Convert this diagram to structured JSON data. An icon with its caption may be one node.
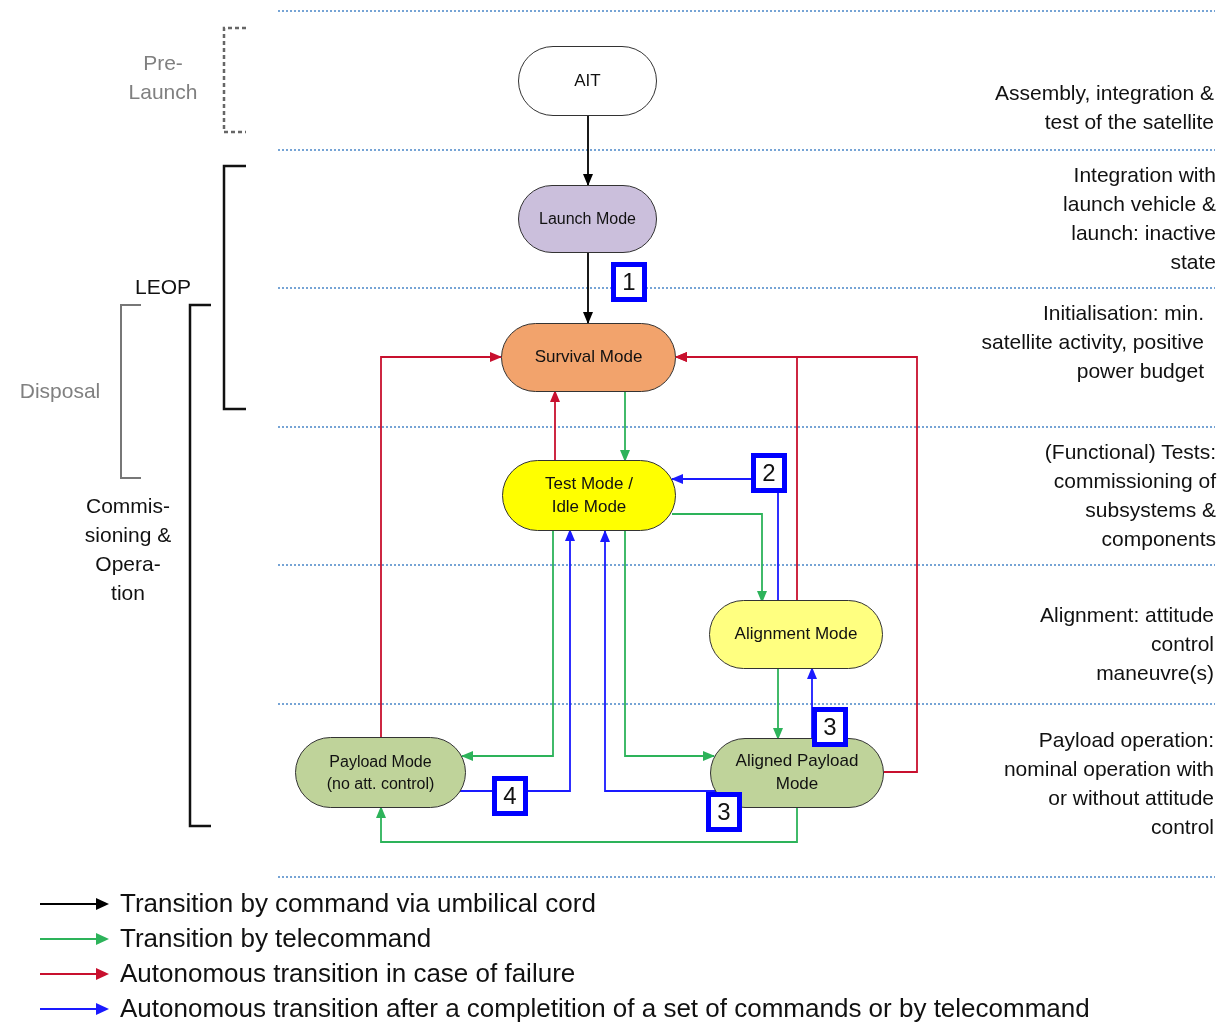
{
  "diagram": {
    "nodes": [
      {
        "text": [
          "AIT"
        ]
      },
      {
        "text": [
          "Launch Mode"
        ]
      },
      {
        "text": [
          "Survival Mode"
        ]
      },
      {
        "text": [
          "Test Mode / Idle Mode"
        ]
      },
      {
        "text": [
          "Alignment Mode"
        ]
      },
      {
        "text": [
          "Payload Mode (no att. control)"
        ]
      },
      {
        "text": [
          "Aligned Payload Mode"
        ]
      }
    ],
    "edges": [
      {
        "from": 0,
        "to": 1,
        "arrow": "to",
        "color": "#000000"
      },
      {
        "from": 1,
        "to": 2,
        "arrow": "to",
        "color": "#000000",
        "label": "1"
      },
      {
        "from": 3,
        "to": 2,
        "arrow": "to",
        "color": "#c8102e"
      },
      {
        "from": 2,
        "to": 3,
        "arrow": "to",
        "color": "#2db35a"
      },
      {
        "from": 4,
        "to": 3,
        "arrow": "to",
        "color": "#1a1aff",
        "label": "2"
      },
      {
        "from": 3,
        "to": 4,
        "arrow": "to",
        "color": "#2db35a"
      },
      {
        "from": 4,
        "to": 2,
        "arrow": "to",
        "color": "#c8102e"
      },
      {
        "from": 6,
        "to": 2,
        "arrow": "to",
        "color": "#c8102e"
      },
      {
        "from": 5,
        "to": 2,
        "arrow": "to",
        "color": "#c8102e"
      },
      {
        "from": 3,
        "to": 5,
        "arrow": "to",
        "color": "#2db35a"
      },
      {
        "from": 5,
        "to": 3,
        "arrow": "to",
        "color": "#1a1aff",
        "label": "4"
      },
      {
        "from": 6,
        "to": 3,
        "arrow": "to",
        "color": "#1a1aff",
        "label": "3"
      },
      {
        "from": 3,
        "to": 6,
        "arrow": "to",
        "color": "#2db35a"
      },
      {
        "from": 4,
        "to": 6,
        "arrow": "to",
        "color": "#2db35a"
      },
      {
        "from": 6,
        "to": 4,
        "arrow": "to",
        "color": "#1a1aff",
        "label": "3"
      },
      {
        "from": 6,
        "to": 5,
        "arrow": "to",
        "color": "#2db35a"
      }
    ],
    "labels": [
      "Pre- Launch",
      "Assembly, integration & test of the satellite",
      "Integration with launch vehicle & launch: inactive state",
      "LEOP",
      "Initialisation: min. satellite activity, positive power budget",
      "Disposal",
      "(Functional) Tests: commissioning of subsystems & components",
      "Commis- sioning & Opera- tion",
      "Alignment: attitude control maneuvre(s)",
      "Payload operation: nominal operation with or without attitude control"
    ],
    "legend": [
      {
        "text": "Transition by command via umbilical cord",
        "color": "#000000"
      },
      {
        "text": "Transition by telecommand",
        "color": "#2db35a"
      },
      {
        "text": "Autonomous transition in case of failure",
        "color": "#c8102e"
      },
      {
        "text": "Autonomous transition after a completition of a set of commands or by telecommand",
        "color": "#1a1aff"
      }
    ]
  }
}
